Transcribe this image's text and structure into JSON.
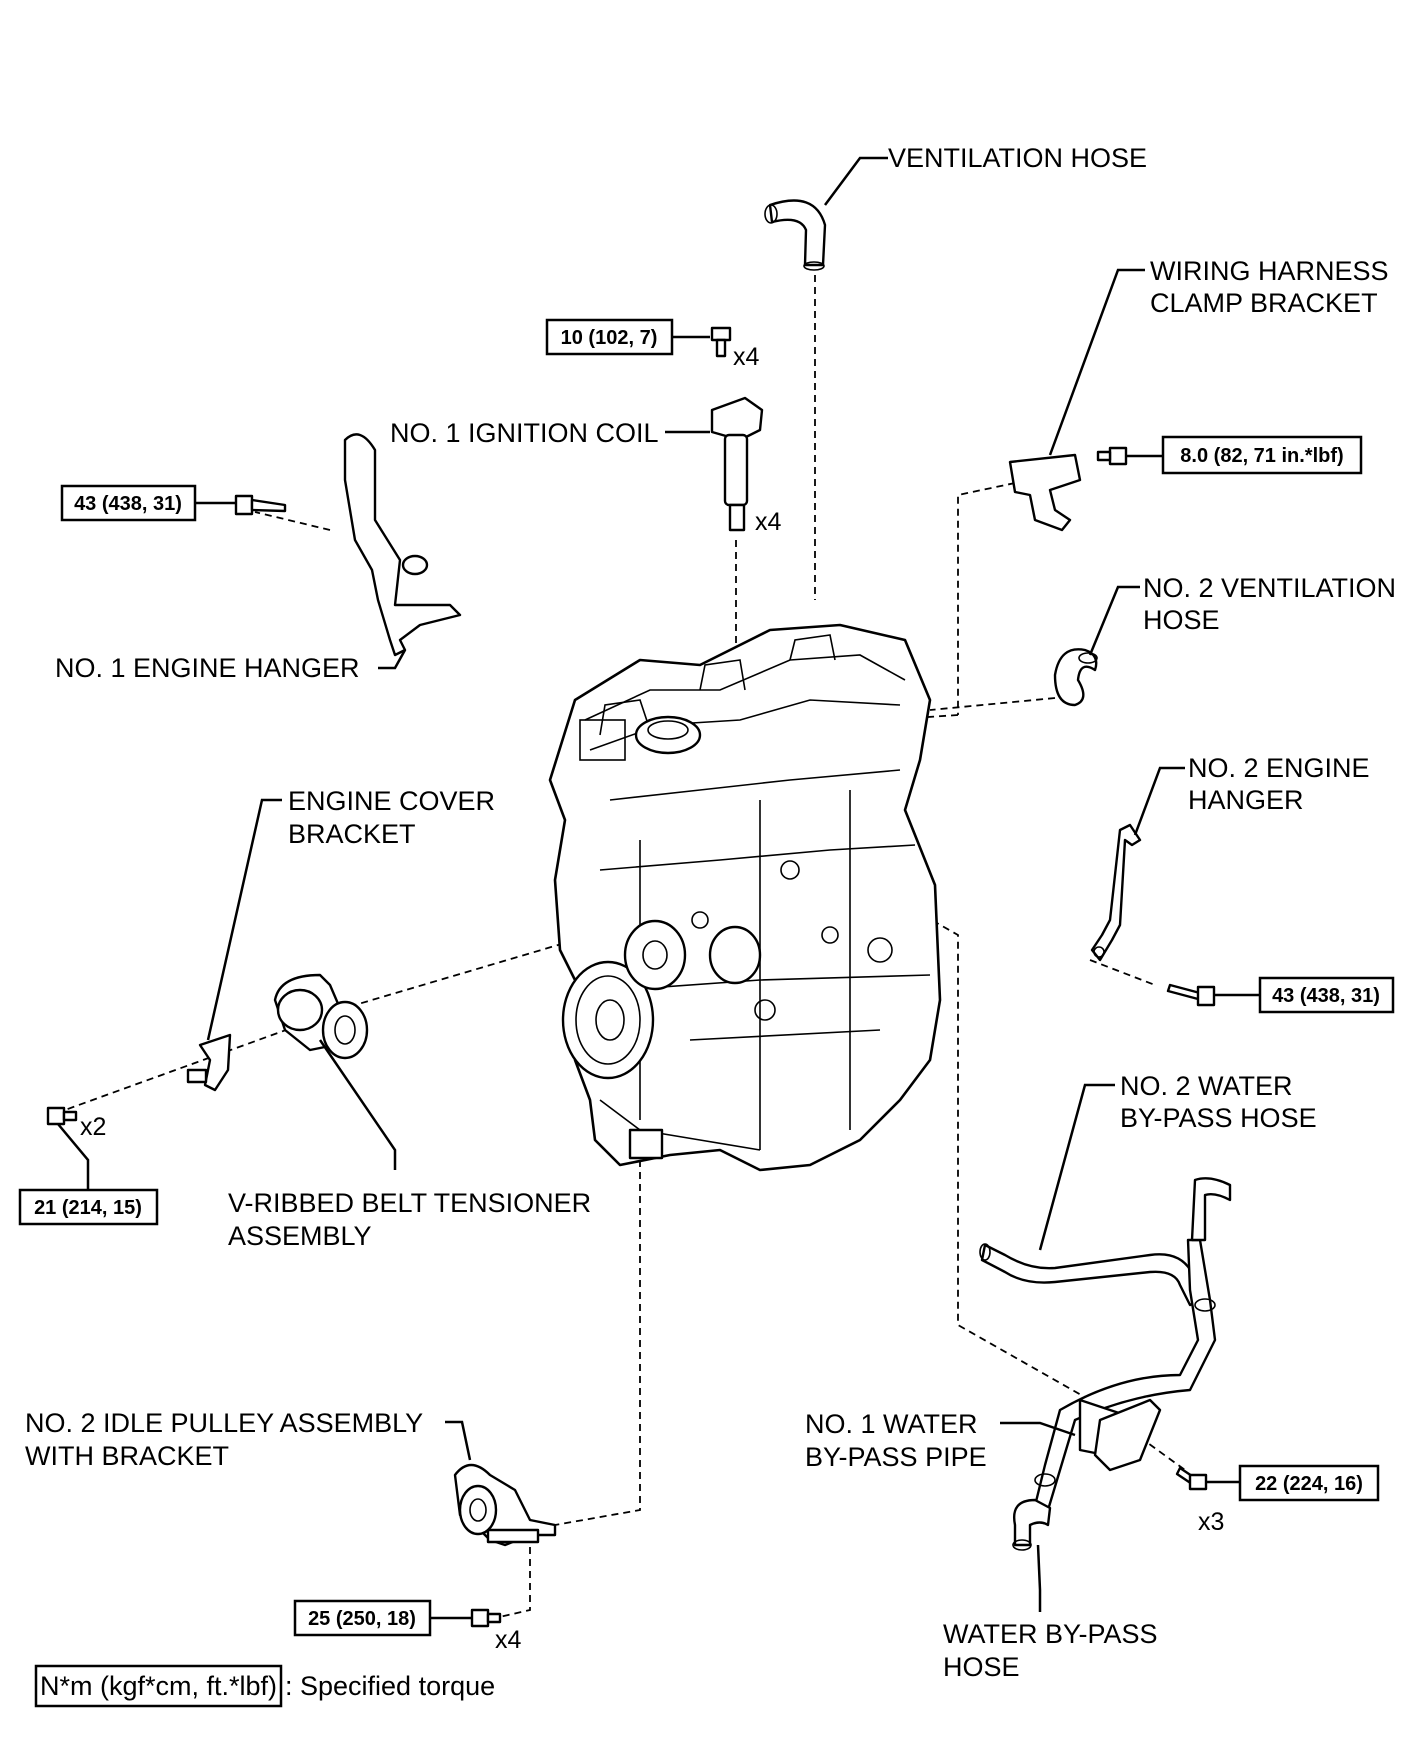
{
  "labels": {
    "ventilation_hose": "VENTILATION HOSE",
    "wiring_harness_1": "WIRING HARNESS",
    "wiring_harness_2": "CLAMP BRACKET",
    "ignition_coil": "NO. 1 IGNITION COIL",
    "no2_vent_1": "NO. 2 VENTILATION",
    "no2_vent_2": "HOSE",
    "no1_hanger": "NO. 1 ENGINE HANGER",
    "no2_hanger_1": "NO. 2 ENGINE",
    "no2_hanger_2": "HANGER",
    "cover_bracket_1": "ENGINE COVER",
    "cover_bracket_2": "BRACKET",
    "tensioner_1": "V-RIBBED BELT TENSIONER",
    "tensioner_2": "ASSEMBLY",
    "no2_water_1": "NO. 2 WATER",
    "no2_water_2": "BY-PASS HOSE",
    "idle_pulley_1": "NO. 2 IDLE PULLEY ASSEMBLY",
    "idle_pulley_2": "WITH BRACKET",
    "no1_water_pipe_1": "NO. 1 WATER",
    "no1_water_pipe_2": "BY-PASS PIPE",
    "water_hose_1": "WATER BY-PASS",
    "water_hose_2": "HOSE"
  },
  "torques": {
    "coil_bolt": "10 (102, 7)",
    "harness_bolt": "8.0 (82, 71 in.*lbf)",
    "hanger1_bolt": "43 (438, 31)",
    "hanger2_bolt": "43 (438, 31)",
    "bracket_bolt": "21 (214, 15)",
    "pipe_bolt": "22 (224, 16)",
    "pulley_bolt": "25 (250, 18)"
  },
  "quantities": {
    "coil_bolt": "x4",
    "coil": "x4",
    "bracket_bolt": "x2",
    "pipe_bolt": "x3",
    "pulley_bolt": "x4"
  },
  "legend": {
    "units": "N*m (kgf*cm, ft.*lbf)",
    "text": ": Specified torque"
  }
}
